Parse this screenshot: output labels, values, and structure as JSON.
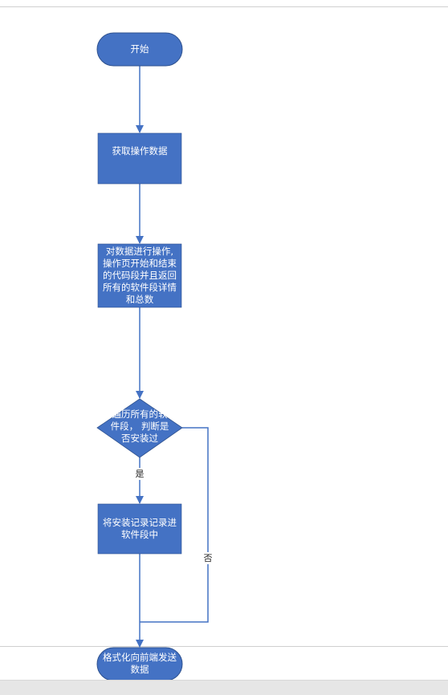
{
  "diagram": {
    "nodes": {
      "start": "开始",
      "get_data": "获取操作数据",
      "process": "对数据进行操作,\n操作页开始和结束\n的代码段并且返回\n所有的软件段详情\n和总数",
      "decision": "遍历所有的软\n件段， 判断是\n否安装过",
      "record": "将安装记录记录进\n软件段中",
      "format": "格式化向前端发送\n数据"
    },
    "edges": {
      "yes": "是",
      "no": "否"
    },
    "colors": {
      "fill": "#4472c4",
      "stroke": "#2f528f",
      "connector": "#4472c4"
    }
  }
}
